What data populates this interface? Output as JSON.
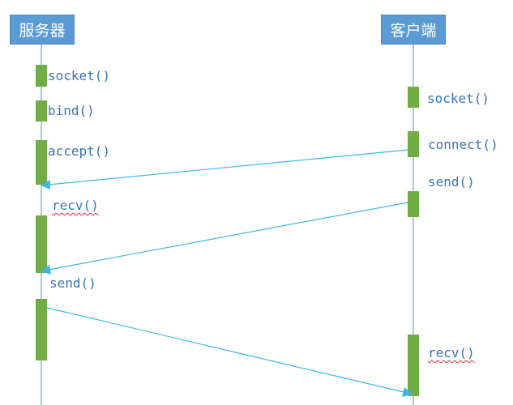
{
  "participants": {
    "server": {
      "label": "服务器"
    },
    "client": {
      "label": "客户端"
    }
  },
  "server_calls": {
    "socket": "socket()",
    "bind": "bind()",
    "accept": "accept()",
    "recv": "recv()",
    "send": "send()"
  },
  "client_calls": {
    "socket": "socket()",
    "connect": "connect()",
    "send": "send()",
    "recv": "recv()"
  },
  "colors": {
    "header": "#5b9bd5",
    "activation": "#70ad47",
    "arrow": "#3fb6e8",
    "lifeline": "#a9c9e8",
    "label": "#3a74b4"
  }
}
